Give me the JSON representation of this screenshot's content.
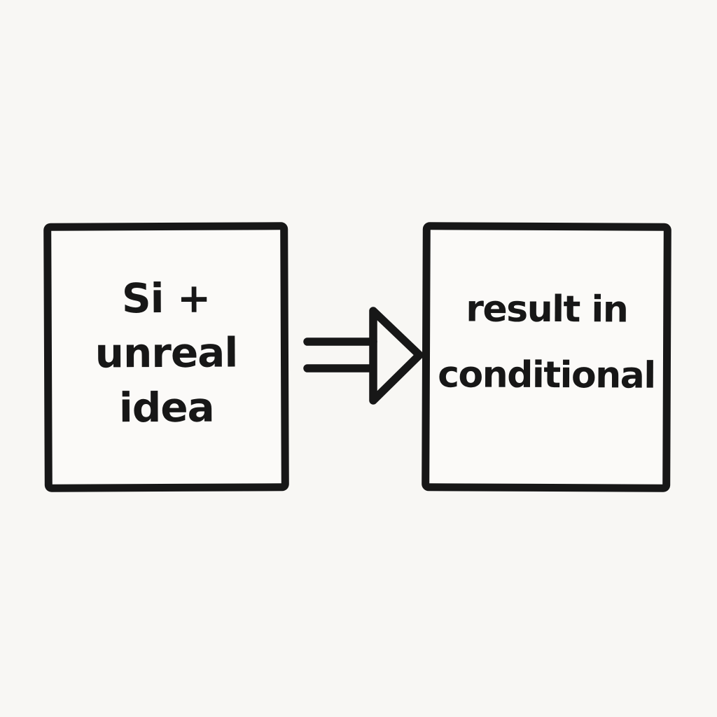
{
  "diagram": {
    "colors": {
      "background": "#f8f7f4",
      "ink": "#171717"
    },
    "left_box": {
      "lines": {
        "0": "Si +",
        "1": "unreal",
        "2": "idea"
      }
    },
    "arrow": {
      "direction": "right"
    },
    "right_box": {
      "lines": {
        "0": "result in",
        "1": "conditional"
      }
    }
  }
}
